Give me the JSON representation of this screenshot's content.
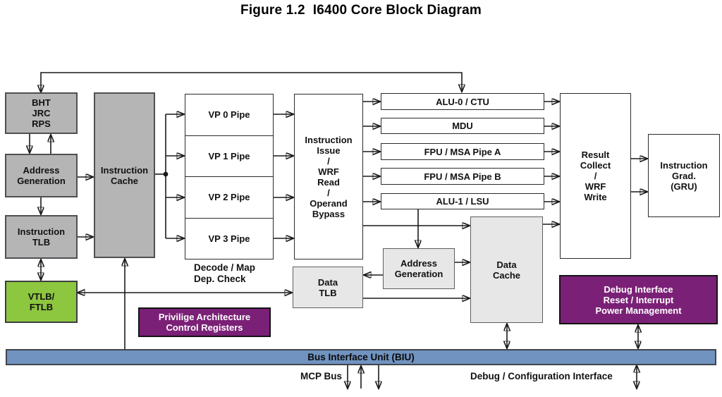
{
  "figure": {
    "title": "Figure 1.2  I6400 Core Block Diagram"
  },
  "blocks": {
    "bht_jrc_rps": "BHT\nJRC\nRPS",
    "address_generation_fetch": "Address\nGeneration",
    "instruction_tlb": "Instruction\nTLB",
    "vtlb_ftlb": "VTLB/\nFTLB",
    "instruction_cache": "Instruction\nCache",
    "vp_pipes": [
      "VP 0 Pipe",
      "VP 1 Pipe",
      "VP 2 Pipe",
      "VP 3 Pipe"
    ],
    "decode_label": "Decode / Map\nDep. Check",
    "instruction_issue": "Instruction\nIssue\n/\nWRF\nRead\n/\nOperand\nBypass",
    "exec_units": [
      "ALU-0 / CTU",
      "MDU",
      "FPU / MSA Pipe A",
      "FPU / MSA Pipe B",
      "ALU-1 / LSU"
    ],
    "result_collect": "Result\nCollect\n/\nWRF\nWrite",
    "instruction_grad": "Instruction\nGrad.\n(GRU)",
    "data_tlb": "Data\nTLB",
    "address_generation_data": "Address\nGeneration",
    "data_cache": "Data\nCache",
    "privilege_registers": "Privilige Architecture\nControl Registers",
    "debug_interface": "Debug Interface\nReset / Interrupt\nPower Management",
    "biu": "Bus Interface Unit (BIU)"
  },
  "labels": {
    "mcp_bus": "MCP Bus",
    "debug_config": "Debug / Configuration Interface"
  },
  "colors": {
    "gray_block": "#b5b5b5",
    "light_gray_block": "#e7e7e7",
    "green_block": "#8dc63f",
    "purple_block": "#7b2077",
    "biu_bar": "#7093c0",
    "connector": "#1a1a1a"
  }
}
